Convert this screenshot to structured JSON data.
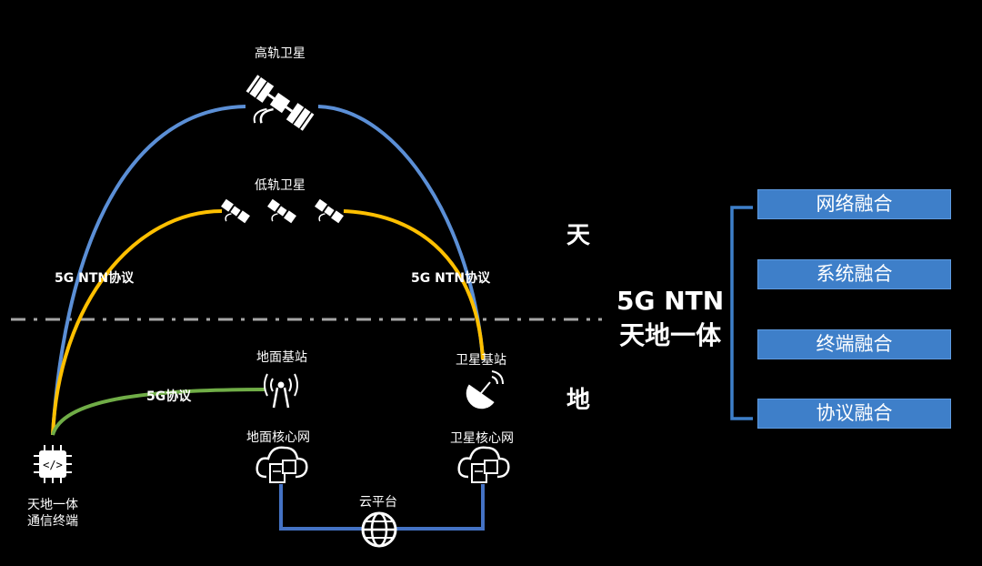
{
  "labels": {
    "geo_satellite": "高轨卫星",
    "leo_satellite": "低轨卫星",
    "ntn_protocol_left": "5G NTN协议",
    "ntn_protocol_right": "5G NTN协议",
    "ground_base_station": "地面基站",
    "satellite_base_station": "卫星基站",
    "protocol_5g": "5G协议",
    "ground_core": "地面核心网",
    "satellite_core": "卫星核心网",
    "cloud_platform": "云平台",
    "terminal_line1": "天地一体",
    "terminal_line2": "通信终端"
  },
  "zones": {
    "sky": "天",
    "ground": "地"
  },
  "title": {
    "line1": "5G NTN",
    "line2": "天地一体"
  },
  "fusion_items": [
    "网络融合",
    "系统融合",
    "终端融合",
    "协议融合"
  ],
  "colors": {
    "ntn_geo_link": "#5b8fd6",
    "ntn_leo_link": "#ffc000",
    "link_5g": "#70ad47",
    "backhaul": "#4472c4",
    "box_fill": "#3e7fc9",
    "divider": "#a6a6a6"
  },
  "icons": [
    "geo-satellite-icon",
    "leo-satellite-icon",
    "cell-tower-icon",
    "satellite-dish-icon",
    "cloud-server-icon",
    "globe-icon",
    "chip-terminal-icon"
  ]
}
